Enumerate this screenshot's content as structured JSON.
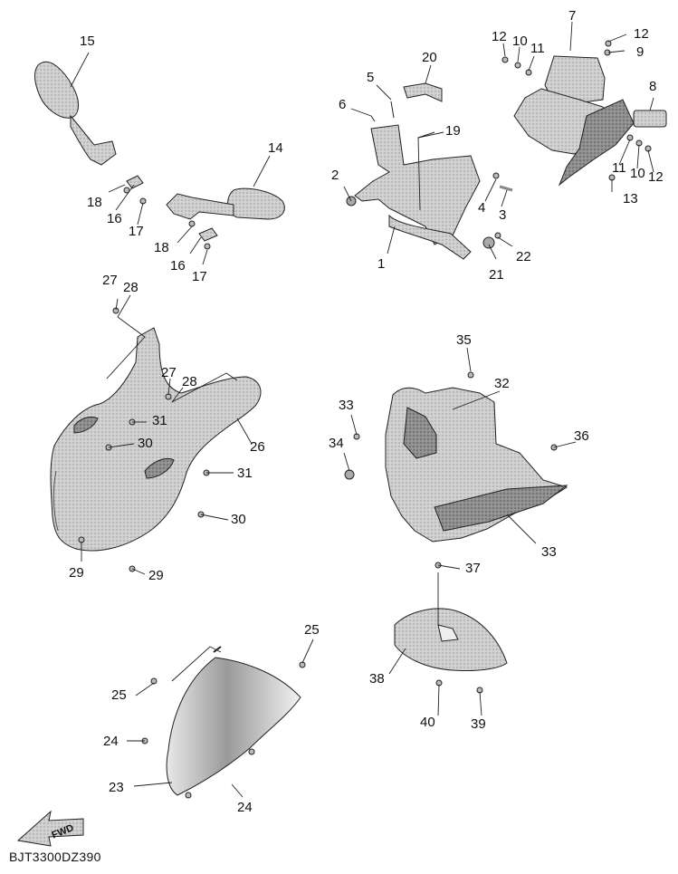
{
  "diagram_code": "BJT3300DZ390",
  "fwd_label": "FWD",
  "callouts": [
    {
      "id": "c15",
      "text": "15"
    },
    {
      "id": "c14",
      "text": "14"
    },
    {
      "id": "c18a",
      "text": "18"
    },
    {
      "id": "c16a",
      "text": "16"
    },
    {
      "id": "c17a",
      "text": "17"
    },
    {
      "id": "c18b",
      "text": "18"
    },
    {
      "id": "c16b",
      "text": "16"
    },
    {
      "id": "c17b",
      "text": "17"
    },
    {
      "id": "c20",
      "text": "20"
    },
    {
      "id": "c5",
      "text": "5"
    },
    {
      "id": "c6",
      "text": "6"
    },
    {
      "id": "c19",
      "text": "19"
    },
    {
      "id": "c2",
      "text": "2"
    },
    {
      "id": "c4",
      "text": "4"
    },
    {
      "id": "c3",
      "text": "3"
    },
    {
      "id": "c1",
      "text": "1"
    },
    {
      "id": "c22",
      "text": "22"
    },
    {
      "id": "c21",
      "text": "21"
    },
    {
      "id": "c7",
      "text": "7"
    },
    {
      "id": "c12a",
      "text": "12"
    },
    {
      "id": "c10a",
      "text": "10"
    },
    {
      "id": "c11a",
      "text": "11"
    },
    {
      "id": "c12b",
      "text": "12"
    },
    {
      "id": "c9",
      "text": "9"
    },
    {
      "id": "c8",
      "text": "8"
    },
    {
      "id": "c11b",
      "text": "11"
    },
    {
      "id": "c10b",
      "text": "10"
    },
    {
      "id": "c12c",
      "text": "12"
    },
    {
      "id": "c13",
      "text": "13"
    },
    {
      "id": "c27a",
      "text": "27"
    },
    {
      "id": "c28a",
      "text": "28"
    },
    {
      "id": "c27b",
      "text": "27"
    },
    {
      "id": "c28b",
      "text": "28"
    },
    {
      "id": "c31a",
      "text": "31"
    },
    {
      "id": "c30a",
      "text": "30"
    },
    {
      "id": "c26",
      "text": "26"
    },
    {
      "id": "c31b",
      "text": "31"
    },
    {
      "id": "c30b",
      "text": "30"
    },
    {
      "id": "c29a",
      "text": "29"
    },
    {
      "id": "c29b",
      "text": "29"
    },
    {
      "id": "c35",
      "text": "35"
    },
    {
      "id": "c32",
      "text": "32"
    },
    {
      "id": "c33a",
      "text": "33"
    },
    {
      "id": "c34",
      "text": "34"
    },
    {
      "id": "c36",
      "text": "36"
    },
    {
      "id": "c33b",
      "text": "33"
    },
    {
      "id": "c37",
      "text": "37"
    },
    {
      "id": "c38",
      "text": "38"
    },
    {
      "id": "c40",
      "text": "40"
    },
    {
      "id": "c39",
      "text": "39"
    },
    {
      "id": "c25a",
      "text": "25"
    },
    {
      "id": "c25b",
      "text": "25"
    },
    {
      "id": "c24a",
      "text": "24"
    },
    {
      "id": "c23",
      "text": "23"
    },
    {
      "id": "c24b",
      "text": "24"
    }
  ]
}
